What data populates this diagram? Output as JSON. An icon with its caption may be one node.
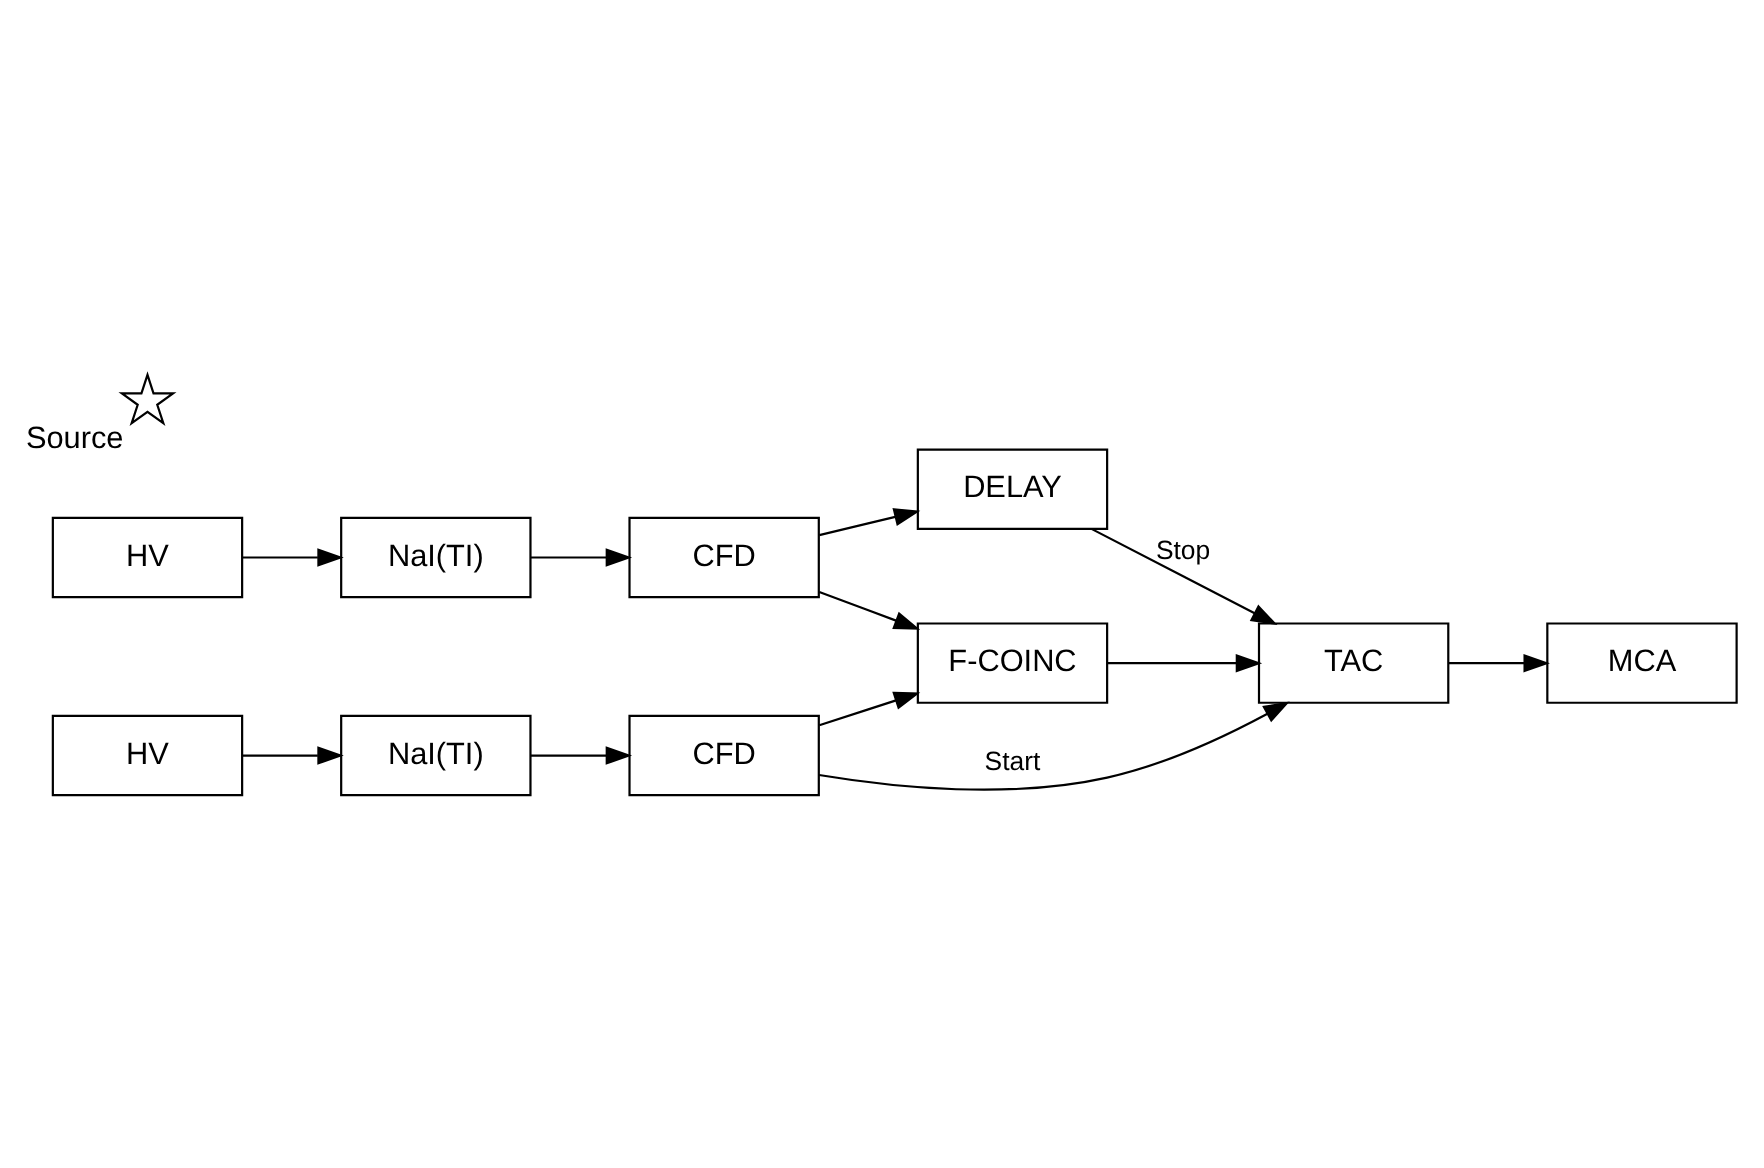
{
  "diagram": {
    "nodes": [
      {
        "text": [
          "HV"
        ]
      },
      {
        "text": [
          "NaI(TI)"
        ]
      },
      {
        "text": [
          "CFD"
        ]
      },
      {
        "text": [
          "DELAY"
        ]
      },
      {
        "text": [
          "F-COINC"
        ]
      },
      {
        "text": [
          "TAC"
        ]
      },
      {
        "text": [
          "MCA"
        ]
      },
      {
        "text": [],
        "shape": "star",
        "beside": [
          "Source"
        ]
      },
      {
        "text": [
          "NaI(TI)"
        ]
      },
      {
        "text": [
          "HV"
        ]
      },
      {
        "text": [
          "CFD"
        ]
      }
    ],
    "edges": [
      {
        "from": 0,
        "to": 1,
        "arrow": "to"
      },
      {
        "from": 1,
        "to": 2,
        "arrow": "to"
      },
      {
        "from": 2,
        "to": 3,
        "arrow": "to"
      },
      {
        "from": 2,
        "to": 4,
        "arrow": "to"
      },
      {
        "from": 3,
        "to": 5,
        "arrow": "to",
        "label": "Stop"
      },
      {
        "from": 4,
        "to": 5,
        "arrow": "to"
      },
      {
        "from": 5,
        "to": 6,
        "arrow": "to"
      },
      {
        "from": 9,
        "to": 8,
        "arrow": "to"
      },
      {
        "from": 8,
        "to": 10,
        "arrow": "to"
      },
      {
        "from": 10,
        "to": 4,
        "arrow": "to"
      },
      {
        "from": 10,
        "to": 5,
        "arrow": "to",
        "label": "Start"
      }
    ]
  }
}
